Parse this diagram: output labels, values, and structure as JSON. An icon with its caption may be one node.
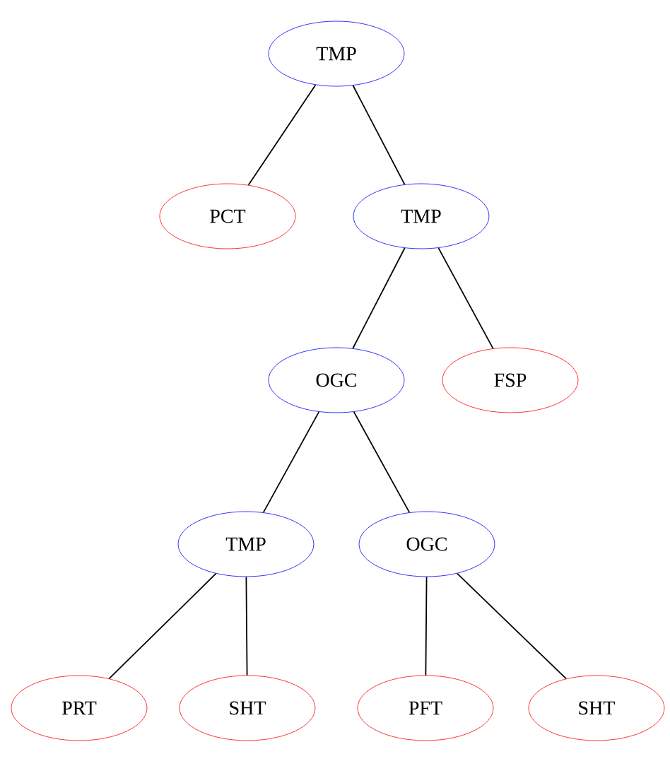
{
  "diagram": {
    "nodes": [
      {
        "text": [
          "TMP"
        ]
      },
      {
        "text": [
          "PCT"
        ]
      },
      {
        "text": [
          "TMP"
        ]
      },
      {
        "text": [
          "OGC"
        ]
      },
      {
        "text": [
          "FSP"
        ]
      },
      {
        "text": [
          "TMP"
        ]
      },
      {
        "text": [
          "OGC"
        ]
      },
      {
        "text": [
          "PRT"
        ]
      },
      {
        "text": [
          "SHT"
        ]
      },
      {
        "text": [
          "PFT"
        ]
      },
      {
        "text": [
          "SHT"
        ]
      }
    ],
    "edges": [
      {
        "from": 0,
        "to": 1,
        "arrow": "none"
      },
      {
        "from": 0,
        "to": 2,
        "arrow": "none"
      },
      {
        "from": 2,
        "to": 3,
        "arrow": "none"
      },
      {
        "from": 2,
        "to": 4,
        "arrow": "none"
      },
      {
        "from": 3,
        "to": 5,
        "arrow": "none"
      },
      {
        "from": 3,
        "to": 6,
        "arrow": "none"
      },
      {
        "from": 5,
        "to": 7,
        "arrow": "none"
      },
      {
        "from": 5,
        "to": 8,
        "arrow": "none"
      },
      {
        "from": 6,
        "to": 9,
        "arrow": "none"
      },
      {
        "from": 6,
        "to": 10,
        "arrow": "none"
      }
    ]
  }
}
